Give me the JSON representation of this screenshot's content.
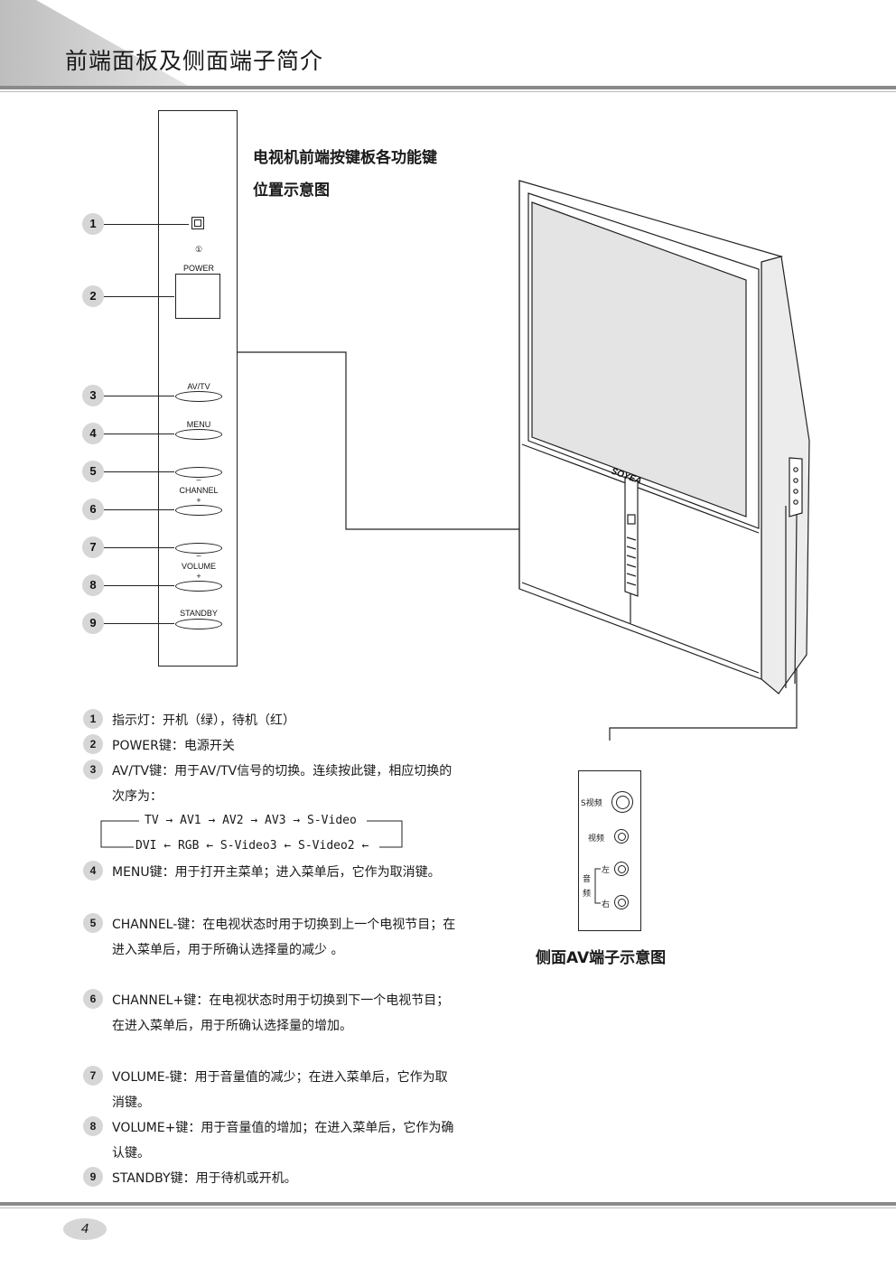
{
  "header": {
    "title": "前端面板及侧面端子简介"
  },
  "panel": {
    "diagram_title_line1": "电视机前端按键板各功能键",
    "diagram_title_line2": "位置示意图",
    "power_symbol": "①",
    "labels": {
      "power": "POWER",
      "avtv": "AV/TV",
      "menu": "MENU",
      "channel": "CHANNEL",
      "volume": "VOLUME",
      "standby": "STANDBY",
      "minus": "–",
      "plus": "+"
    },
    "callouts": [
      "1",
      "2",
      "3",
      "4",
      "5",
      "6",
      "7",
      "8",
      "9"
    ]
  },
  "tv": {
    "brand": "SOYEA"
  },
  "descriptions": [
    {
      "num": "1",
      "text": "指示灯：开机（绿），待机（红）"
    },
    {
      "num": "2",
      "text": "POWER键：电源开关"
    },
    {
      "num": "3",
      "text": "AV/TV键：用于AV/TV信号的切换。连续按此键，相应切换的次序为："
    },
    {
      "num": "4",
      "text": "MENU键：用于打开主菜单；进入菜单后，它作为取消键。"
    },
    {
      "num": "5",
      "text": "CHANNEL-键：在电视状态时用于切换到上一个电视节目；在进入菜单后，用于所确认选择量的减少 。"
    },
    {
      "num": "6",
      "text": "CHANNEL+键：在电视状态时用于切换到下一个电视节目；在进入菜单后，用于所确认选择量的增加。"
    },
    {
      "num": "7",
      "text": "VOLUME-键：用于音量值的减少；在进入菜单后，它作为取消键。"
    },
    {
      "num": "8",
      "text": "VOLUME+键：用于音量值的增加；在进入菜单后，它作为确认键。"
    },
    {
      "num": "9",
      "text": "STANDBY键：用于待机或开机。"
    }
  ],
  "sequence": {
    "line1": "TV → AV1 → AV2 → AV3 → S-Video",
    "line2": "DVI ← RGB ← S-Video3 ← S-Video2 ←"
  },
  "side_av": {
    "svideo_label": "S视频",
    "video_label": "视频",
    "audio_label_1": "音",
    "audio_label_2": "频",
    "left_label": "左",
    "right_label": "右",
    "caption": "侧面AV端子示意图"
  },
  "footer": {
    "page_number": "4"
  }
}
